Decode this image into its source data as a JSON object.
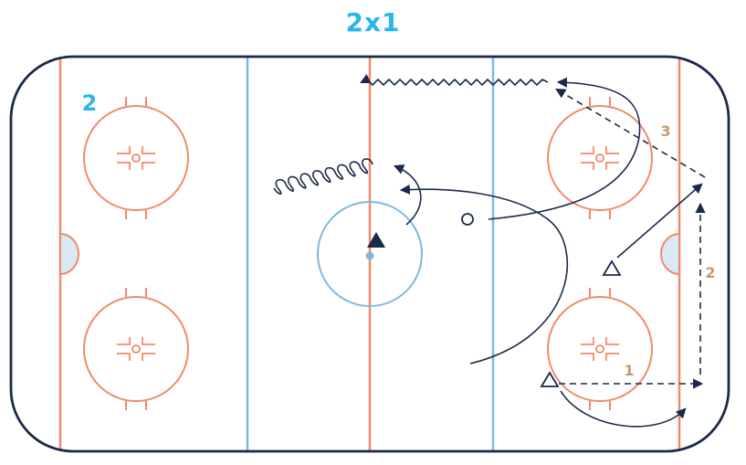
{
  "title": "2x1",
  "rink": {
    "board_color": "#1b2a4a",
    "red_line_color": "#f08a6c",
    "blue_line_color": "#7fb8de",
    "crease_fill": "#dbe8f5"
  },
  "labels": {
    "corner_number": "2",
    "step_1": "1",
    "step_2": "2",
    "step_3": "3"
  },
  "colors": {
    "title": "#29b6e8",
    "step_labels": "#c79a6e",
    "arrows": "#1b2a4a"
  },
  "icons": {
    "player_filled": "filled-triangle-icon",
    "player_outline": "outline-triangle-icon",
    "puck_carrier": "circle-player-icon",
    "faceoff_marker": "faceoff-hash-icon"
  }
}
